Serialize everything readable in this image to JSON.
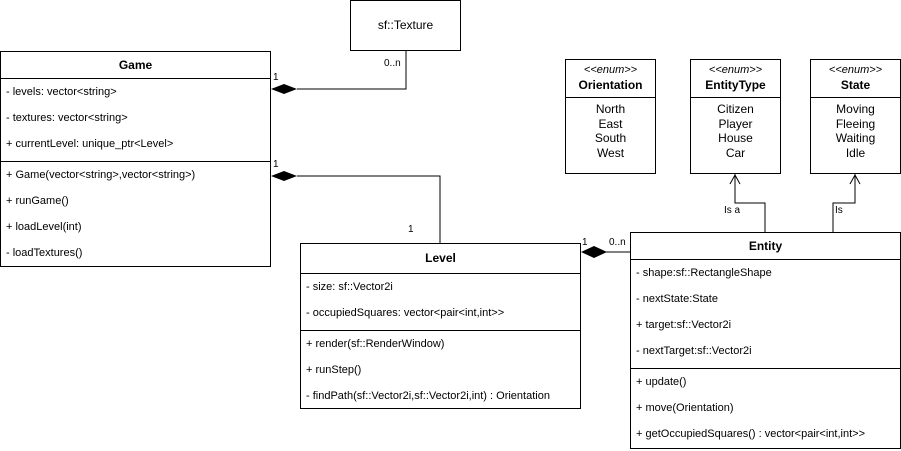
{
  "texture": {
    "name": "sf::Texture"
  },
  "game": {
    "name": "Game",
    "attributes": [
      "- levels: vector<string>",
      "- textures: vector<string>",
      "+ currentLevel: unique_ptr<Level>"
    ],
    "operations": [
      "+ Game(vector<string>,vector<string>)",
      "+ runGame()",
      "+ loadLevel(int)",
      "-  loadTextures()"
    ]
  },
  "level": {
    "name": "Level",
    "attributes": [
      "- size: sf::Vector2i",
      "- occupiedSquares: vector<pair<int,int>>"
    ],
    "operations": [
      "+ render(sf::RenderWindow)",
      "+ runStep()",
      "- findPath(sf::Vector2i,sf::Vector2i,int) : Orientation"
    ]
  },
  "entity": {
    "name": "Entity",
    "attributes": [
      "- shape:sf::RectangleShape",
      "- nextState:State",
      "+ target:sf::Vector2i",
      "- nextTarget:sf::Vector2i"
    ],
    "operations": [
      "+ update()",
      "+ move(Orientation)",
      "+ getOccupiedSquares() : vector<pair<int,int>>"
    ]
  },
  "enums": [
    {
      "stereotype": "<<enum>>",
      "name": "Orientation",
      "literals": [
        "North",
        "East",
        "South",
        "West"
      ]
    },
    {
      "stereotype": "<<enum>>",
      "name": "EntityType",
      "literals": [
        "Citizen",
        "Player",
        "House",
        "Car"
      ]
    },
    {
      "stereotype": "<<enum>>",
      "name": "State",
      "literals": [
        "Moving",
        "Fleeing",
        "Waiting",
        "Idle"
      ]
    }
  ],
  "relations": {
    "game_texture": {
      "game_mult": "1",
      "texture_mult": "0..n"
    },
    "game_level": {
      "game_mult": "1",
      "level_mult": "1"
    },
    "level_entity": {
      "level_mult": "1",
      "entity_mult": "0..n"
    },
    "entity_entitytype": {
      "label": "Is a"
    },
    "entity_state": {
      "label": "Is"
    }
  }
}
